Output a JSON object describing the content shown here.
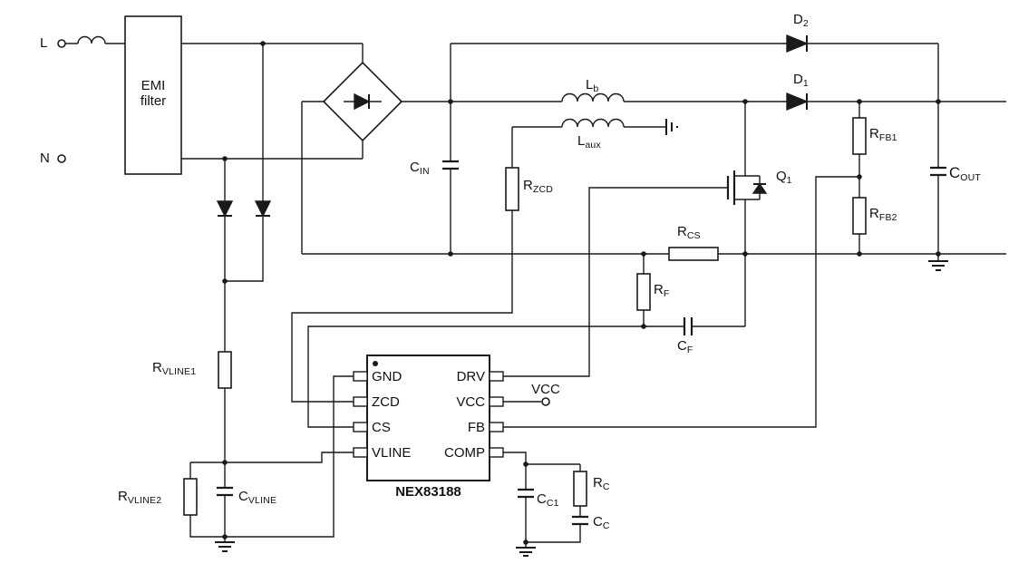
{
  "terminals": {
    "line": "L",
    "neutral": "N",
    "vcc_net": "VCC"
  },
  "emi_filter": {
    "line1": "EMI",
    "line2": "filter"
  },
  "ic": {
    "part_number": "NEX83188",
    "pins": {
      "left": [
        "GND",
        "ZCD",
        "CS",
        "VLINE"
      ],
      "right": [
        "DRV",
        "VCC",
        "FB",
        "COMP"
      ]
    }
  },
  "components": {
    "d2": {
      "main": "D",
      "sub": "2"
    },
    "d1": {
      "main": "D",
      "sub": "1"
    },
    "lb": {
      "main": "L",
      "sub": "b"
    },
    "laux": {
      "main": "L",
      "sub": "aux"
    },
    "cin": {
      "main": "C",
      "sub": "IN"
    },
    "rzcd": {
      "main": "R",
      "sub": "ZCD"
    },
    "q1": {
      "main": "Q",
      "sub": "1"
    },
    "rfb1": {
      "main": "R",
      "sub": "FB1"
    },
    "rfb2": {
      "main": "R",
      "sub": "FB2"
    },
    "cout": {
      "main": "C",
      "sub": "OUT"
    },
    "rcs": {
      "main": "R",
      "sub": "CS"
    },
    "rf": {
      "main": "R",
      "sub": "F"
    },
    "cf": {
      "main": "C",
      "sub": "F"
    },
    "rvline1": {
      "main": "R",
      "sub": "VLINE1"
    },
    "rvline2": {
      "main": "R",
      "sub": "VLINE2"
    },
    "cvline": {
      "main": "C",
      "sub": "VLINE"
    },
    "cc1": {
      "main": "C",
      "sub": "C1"
    },
    "rc": {
      "main": "R",
      "sub": "C"
    },
    "cc": {
      "main": "C",
      "sub": "C"
    }
  },
  "colors": {
    "wire": "#1a1a1a",
    "background": "#ffffff"
  }
}
